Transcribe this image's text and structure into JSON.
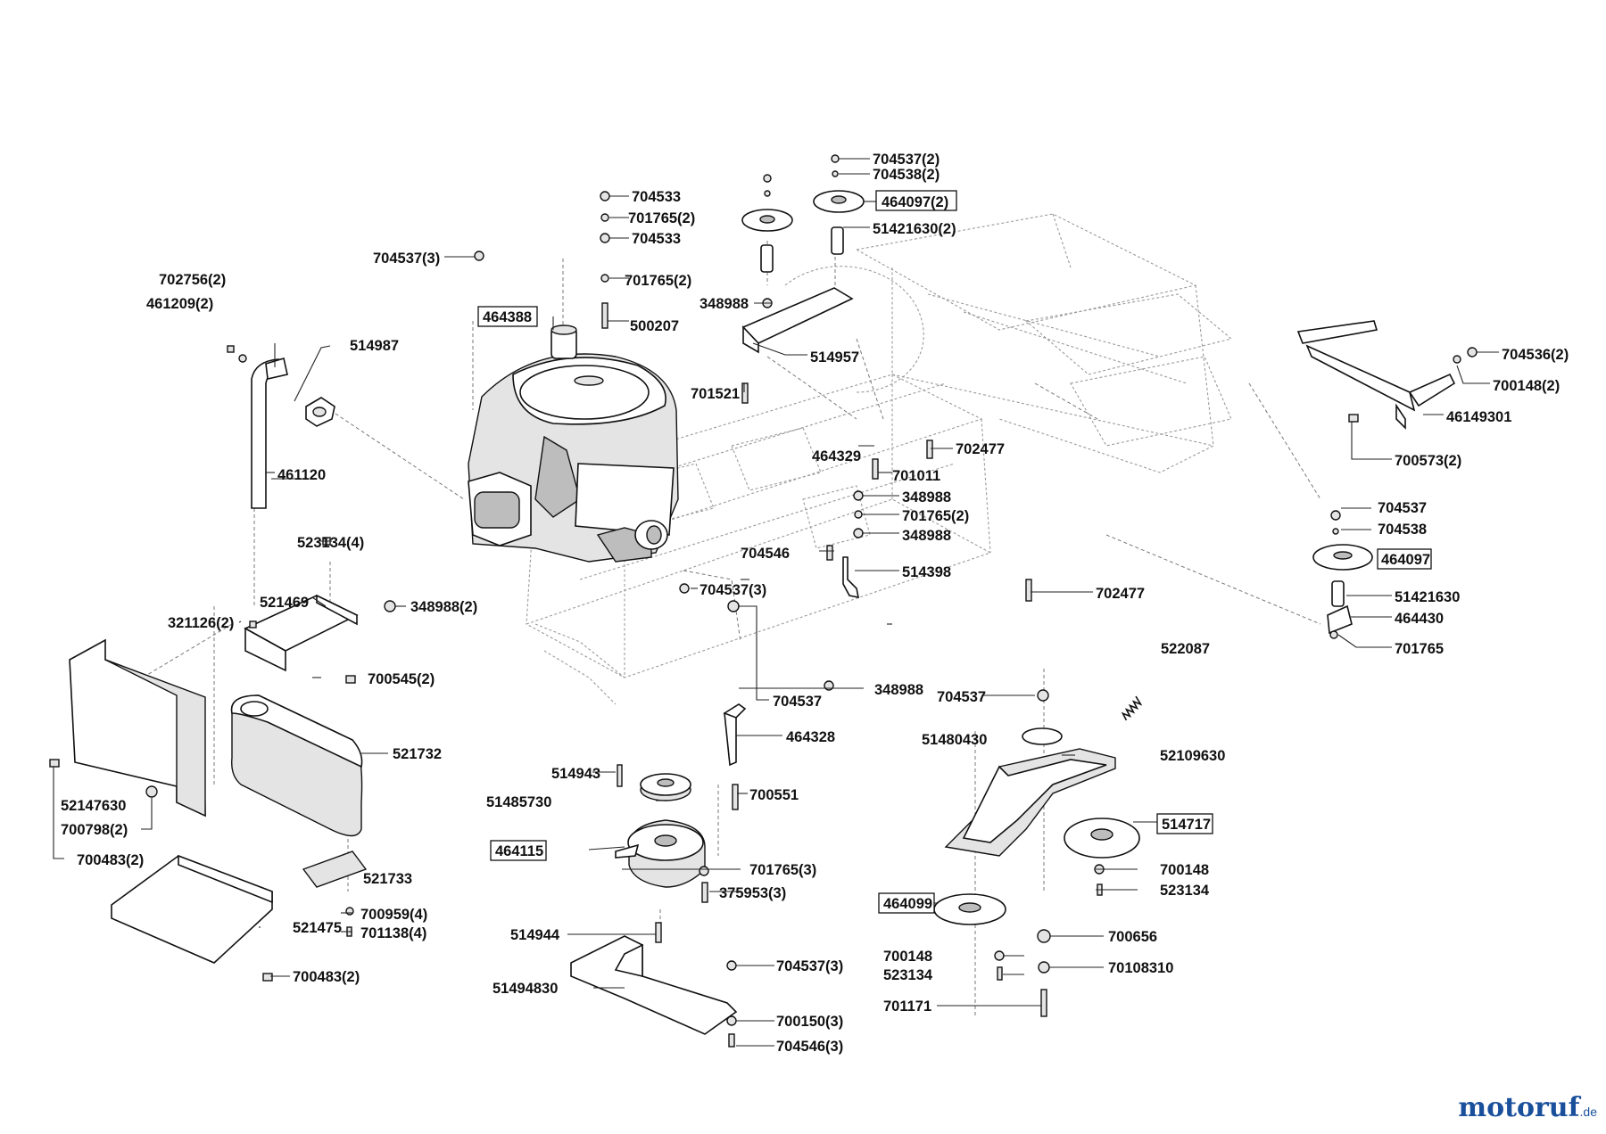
{
  "diagram": {
    "labels": [
      "704537(2)",
      "704538(2)",
      "464097(2)",
      "51421630(2)",
      "704533",
      "701765(2)",
      "704533",
      "704537(3)",
      "701765(2)",
      "702756(2)",
      "461209(2)",
      "348988",
      "464388",
      "500207",
      "514987",
      "514957",
      "704536(2)",
      "700148(2)",
      "701521",
      "46149301",
      "464329",
      "702477",
      "461120",
      "701011",
      "700573(2)",
      "348988",
      "701765(2)",
      "704537",
      "348988",
      "704538",
      "523134(4)",
      "704546",
      "514398",
      "464097",
      "704537(3)",
      "702477",
      "51421630",
      "521469",
      "348988(2)",
      "464430",
      "321126(2)",
      "701765",
      "700545(2)",
      "522087",
      "348988",
      "704537",
      "704537",
      "51480430",
      "464328",
      "521732",
      "52109630",
      "52147630",
      "514943",
      "51485730",
      "700551",
      "514717",
      "700798(2)",
      "700483(2)",
      "464115",
      "701765(3)",
      "700148",
      "521733",
      "375953(3)",
      "523134",
      "464099",
      "700959(4)",
      "701138(4)",
      "514944",
      "521475",
      "700656",
      "700148",
      "704537(3)",
      "523134",
      "70108310",
      "51494830",
      "700483(2)",
      "700150(3)",
      "701171",
      "704546(3)"
    ],
    "boxed": [
      "464097(2)",
      "464388",
      "464097",
      "514717",
      "464115",
      "464099"
    ]
  },
  "watermark": {
    "brand": "motoruf",
    "tld": ".de"
  }
}
